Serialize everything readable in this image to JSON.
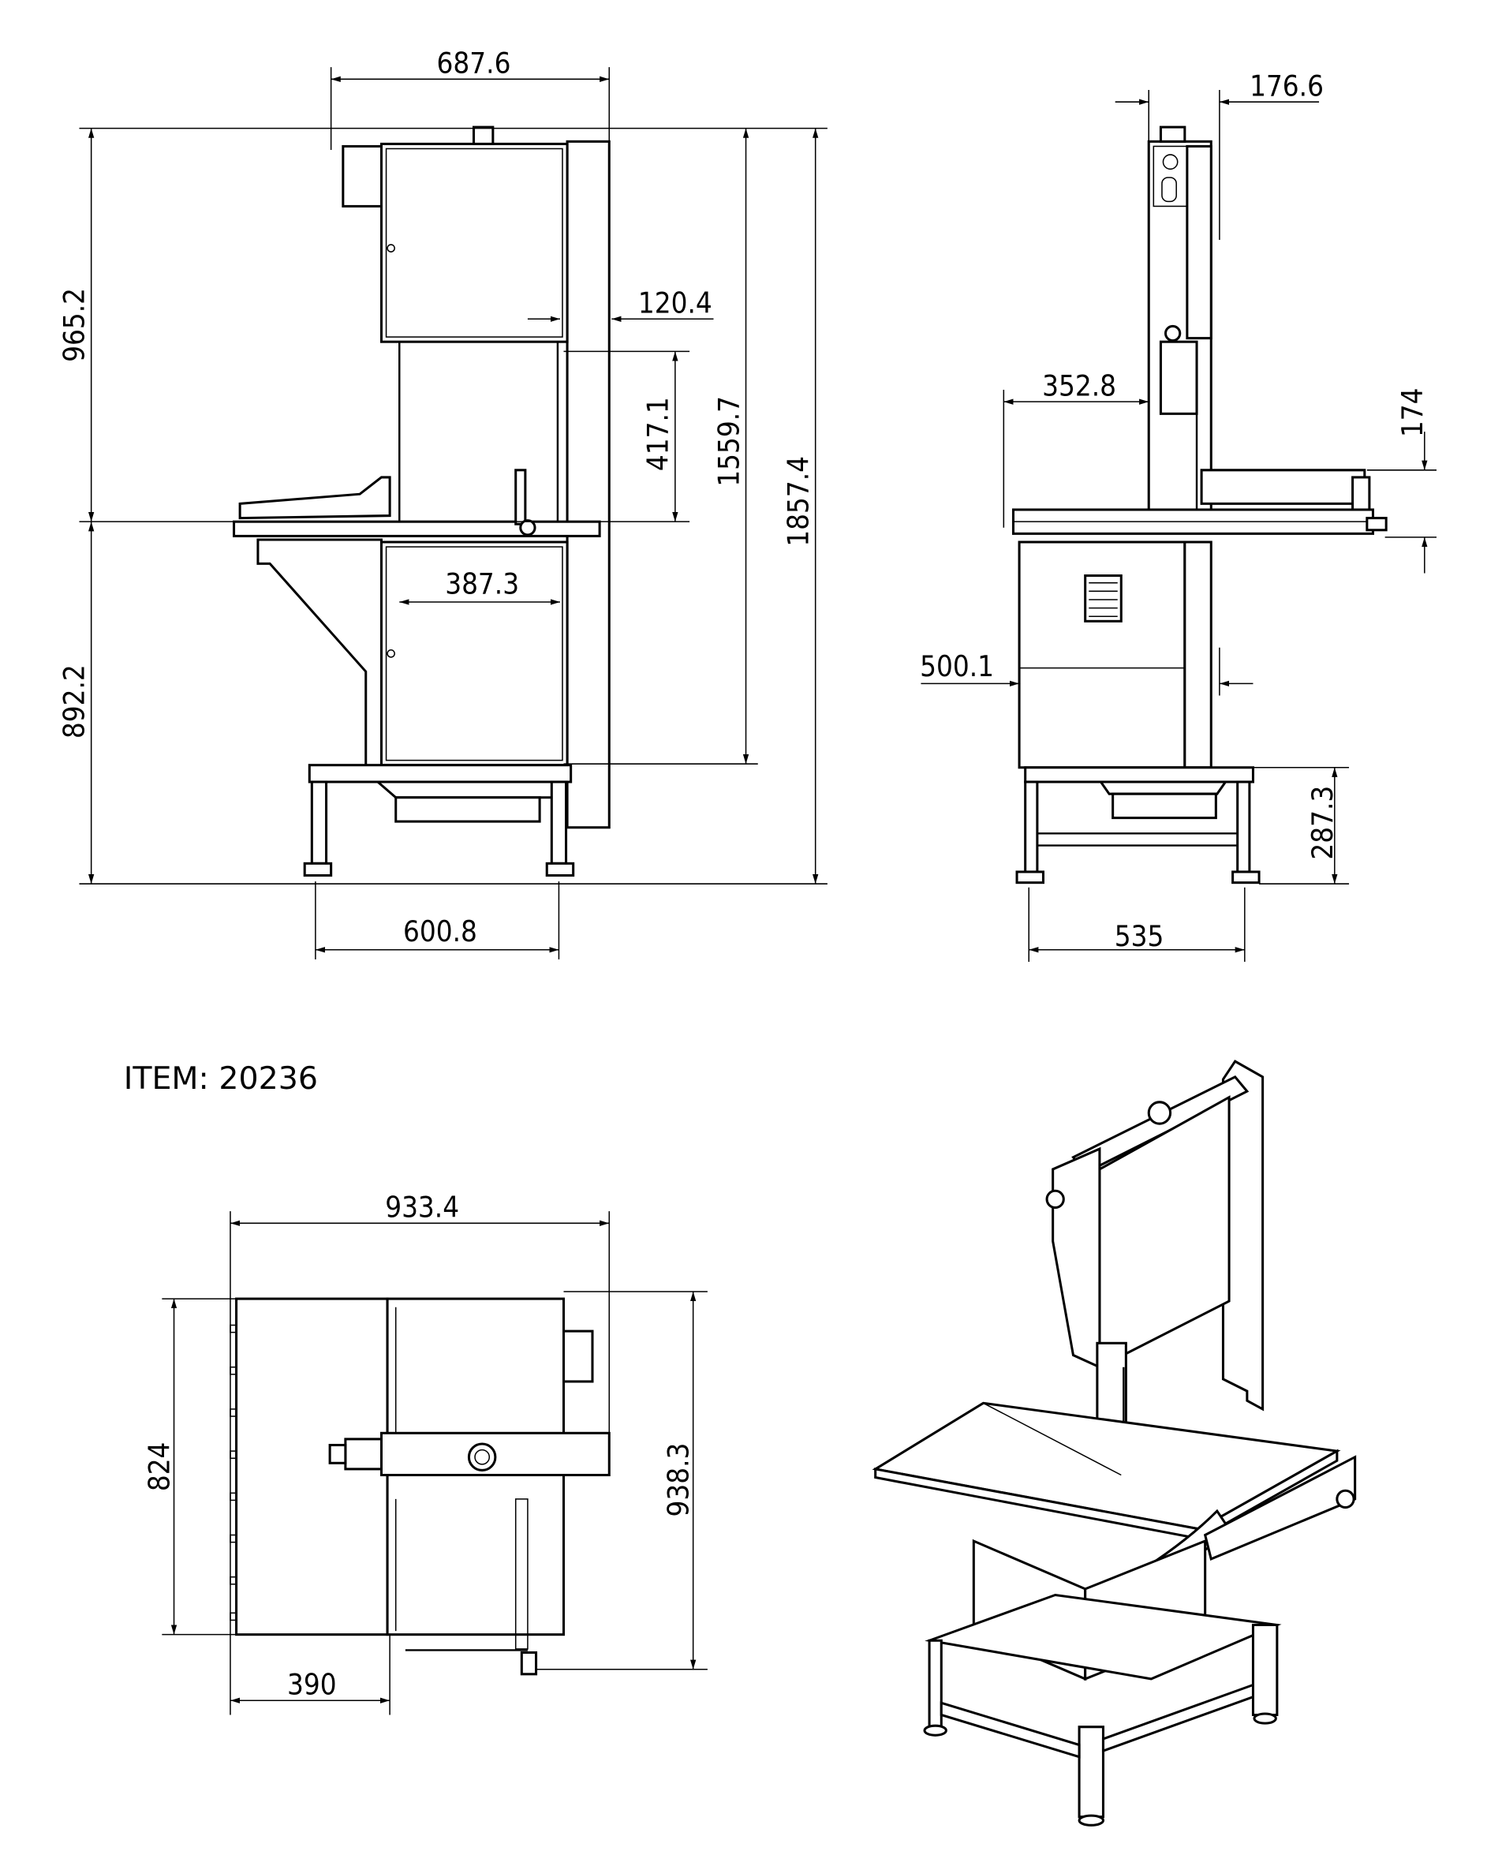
{
  "item_label": "ITEM: 20236",
  "front_view": {
    "width_top": "687.6",
    "upper_height": "965.2",
    "lower_height": "892.2",
    "blade_column_height": "1559.7",
    "total_height": "1857.4",
    "guide_offset": "120.4",
    "cut_height": "417.1",
    "throat_width": "387.3",
    "base_width": "600.8"
  },
  "side_view": {
    "column_width": "176.6",
    "table_depth_left": "352.8",
    "fence_height": "174",
    "cabinet_depth": "500.1",
    "base_height": "287.3",
    "base_depth": "535"
  },
  "top_view": {
    "overall_width": "933.4",
    "table_depth": "824",
    "overall_depth": "938.3",
    "left_table_width": "390"
  }
}
